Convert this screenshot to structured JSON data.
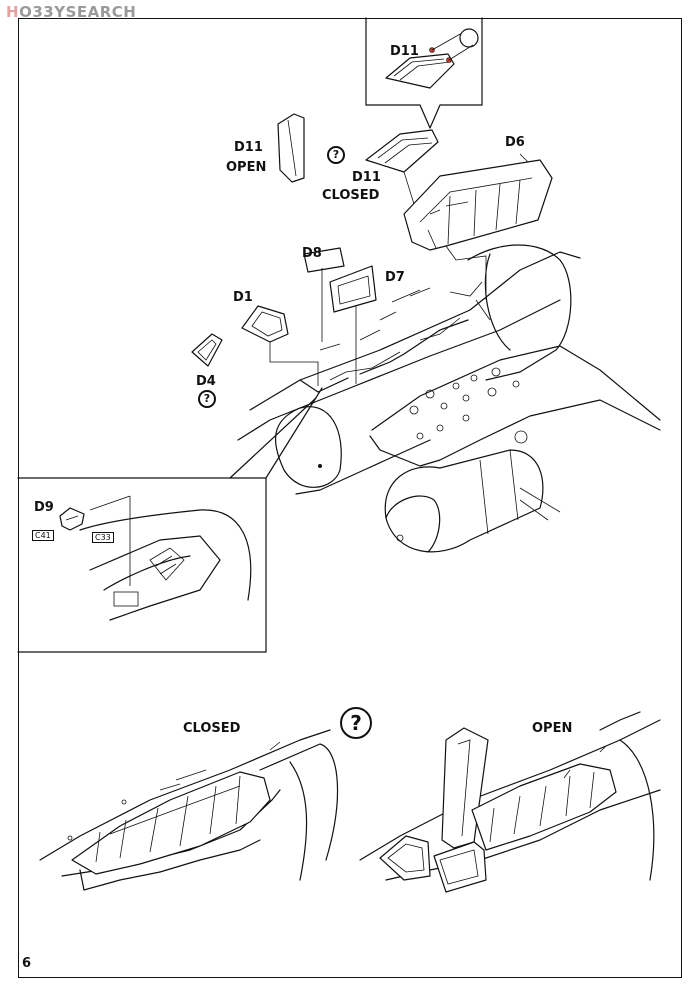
{
  "watermark": {
    "prefix": "H",
    "brand": "O33Y",
    "suffix": "SEARCH"
  },
  "labels": {
    "d11_top": "D11",
    "d11_open": "D11",
    "open_word": "OPEN",
    "d11_closed": "D11",
    "closed_word": "CLOSED",
    "d6": "D6",
    "d8": "D8",
    "d7": "D7",
    "d1": "D1",
    "d4": "D4",
    "d9": "D9",
    "c41": "C41",
    "c33": "C33",
    "bottom_closed": "CLOSED",
    "bottom_open": "OPEN",
    "qmark": "?"
  },
  "page_number": "6"
}
